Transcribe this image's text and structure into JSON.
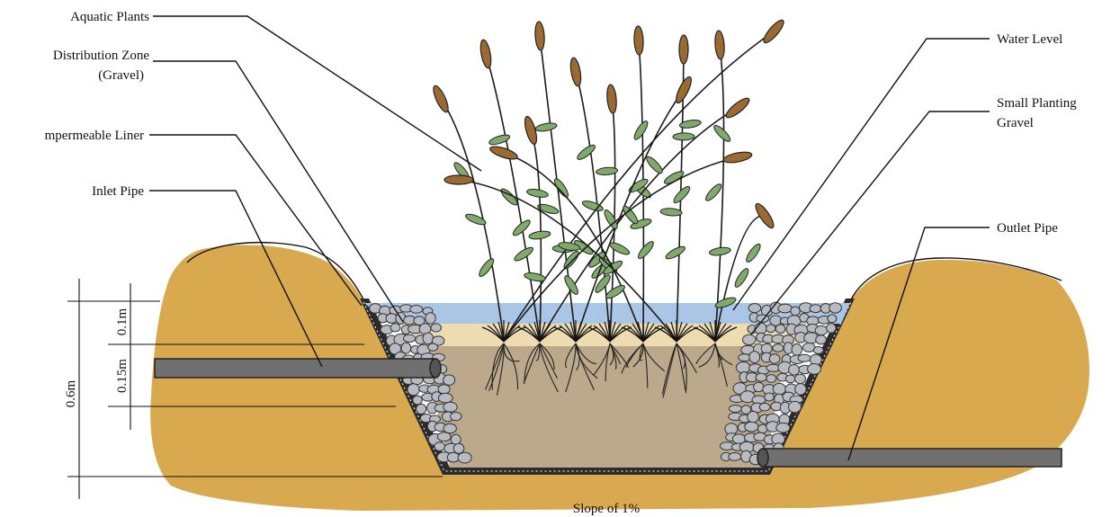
{
  "labels": {
    "aquatic_plants": "Aquatic Plants",
    "distribution_zone_line1": "Distribution Zone",
    "distribution_zone_line2": "(Gravel)",
    "impermeable_liner": "mpermeable Liner",
    "inlet_pipe": "Inlet Pipe",
    "water_level": "Water Level",
    "small_planting_line1": "Small Planting",
    "small_planting_line2": "Gravel",
    "outlet_pipe": "Outlet Pipe",
    "slope": "Slope of 1%"
  },
  "dimensions": {
    "total_depth": "0.6m",
    "water_depth": "0.1m",
    "inlet_depth": "0.15m"
  },
  "colors": {
    "soil": "#d9a94f",
    "water": "#a9c6e6",
    "planting_gravel": "#eedcb0",
    "substrate": "#bca88a",
    "pipe": "#707070",
    "stone": "#b8bcc2",
    "leaf": "#7faa6a",
    "cattail": "#9b6a33"
  }
}
